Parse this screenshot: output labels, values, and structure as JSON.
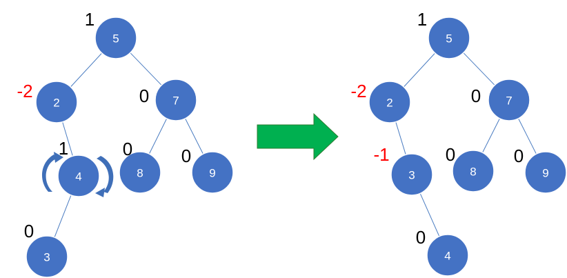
{
  "colors": {
    "node_fill": "#4472c4",
    "edge": "#4a7cc1",
    "text_default": "#000000",
    "text_highlight": "#ff0000",
    "arrow_fill": "#00b050",
    "arrow_border": "#2e7d32",
    "rotation_arrow": "#3f6fb8"
  },
  "before_tree": {
    "nodes": [
      {
        "id": "5",
        "label": "5",
        "balance": "1",
        "highlight": false
      },
      {
        "id": "2",
        "label": "2",
        "balance": "-2",
        "highlight": true
      },
      {
        "id": "7",
        "label": "7",
        "balance": "0",
        "highlight": false
      },
      {
        "id": "4",
        "label": "4",
        "balance": "1",
        "highlight": false
      },
      {
        "id": "8",
        "label": "8",
        "balance": "0",
        "highlight": false
      },
      {
        "id": "9",
        "label": "9",
        "balance": "0",
        "highlight": false
      },
      {
        "id": "3",
        "label": "3",
        "balance": "0",
        "highlight": false
      }
    ],
    "edges": [
      [
        "5",
        "2"
      ],
      [
        "5",
        "7"
      ],
      [
        "2",
        "4"
      ],
      [
        "7",
        "8"
      ],
      [
        "7",
        "9"
      ],
      [
        "4",
        "3"
      ]
    ],
    "rotation_icon": "rotate-arrows-icon"
  },
  "transition_arrow": {
    "icon": "right-arrow-icon"
  },
  "after_tree": {
    "nodes": [
      {
        "id": "5",
        "label": "5",
        "balance": "1",
        "highlight": false
      },
      {
        "id": "2",
        "label": "2",
        "balance": "-2",
        "highlight": true
      },
      {
        "id": "7",
        "label": "7",
        "balance": "0",
        "highlight": false
      },
      {
        "id": "3",
        "label": "3",
        "balance": "-1",
        "highlight": true
      },
      {
        "id": "8",
        "label": "8",
        "balance": "0",
        "highlight": false
      },
      {
        "id": "9",
        "label": "9",
        "balance": "0",
        "highlight": false
      },
      {
        "id": "4",
        "label": "4",
        "balance": "0",
        "highlight": false
      }
    ],
    "edges": [
      [
        "5",
        "2"
      ],
      [
        "5",
        "7"
      ],
      [
        "2",
        "3"
      ],
      [
        "7",
        "8"
      ],
      [
        "7",
        "9"
      ],
      [
        "3",
        "4"
      ]
    ]
  }
}
